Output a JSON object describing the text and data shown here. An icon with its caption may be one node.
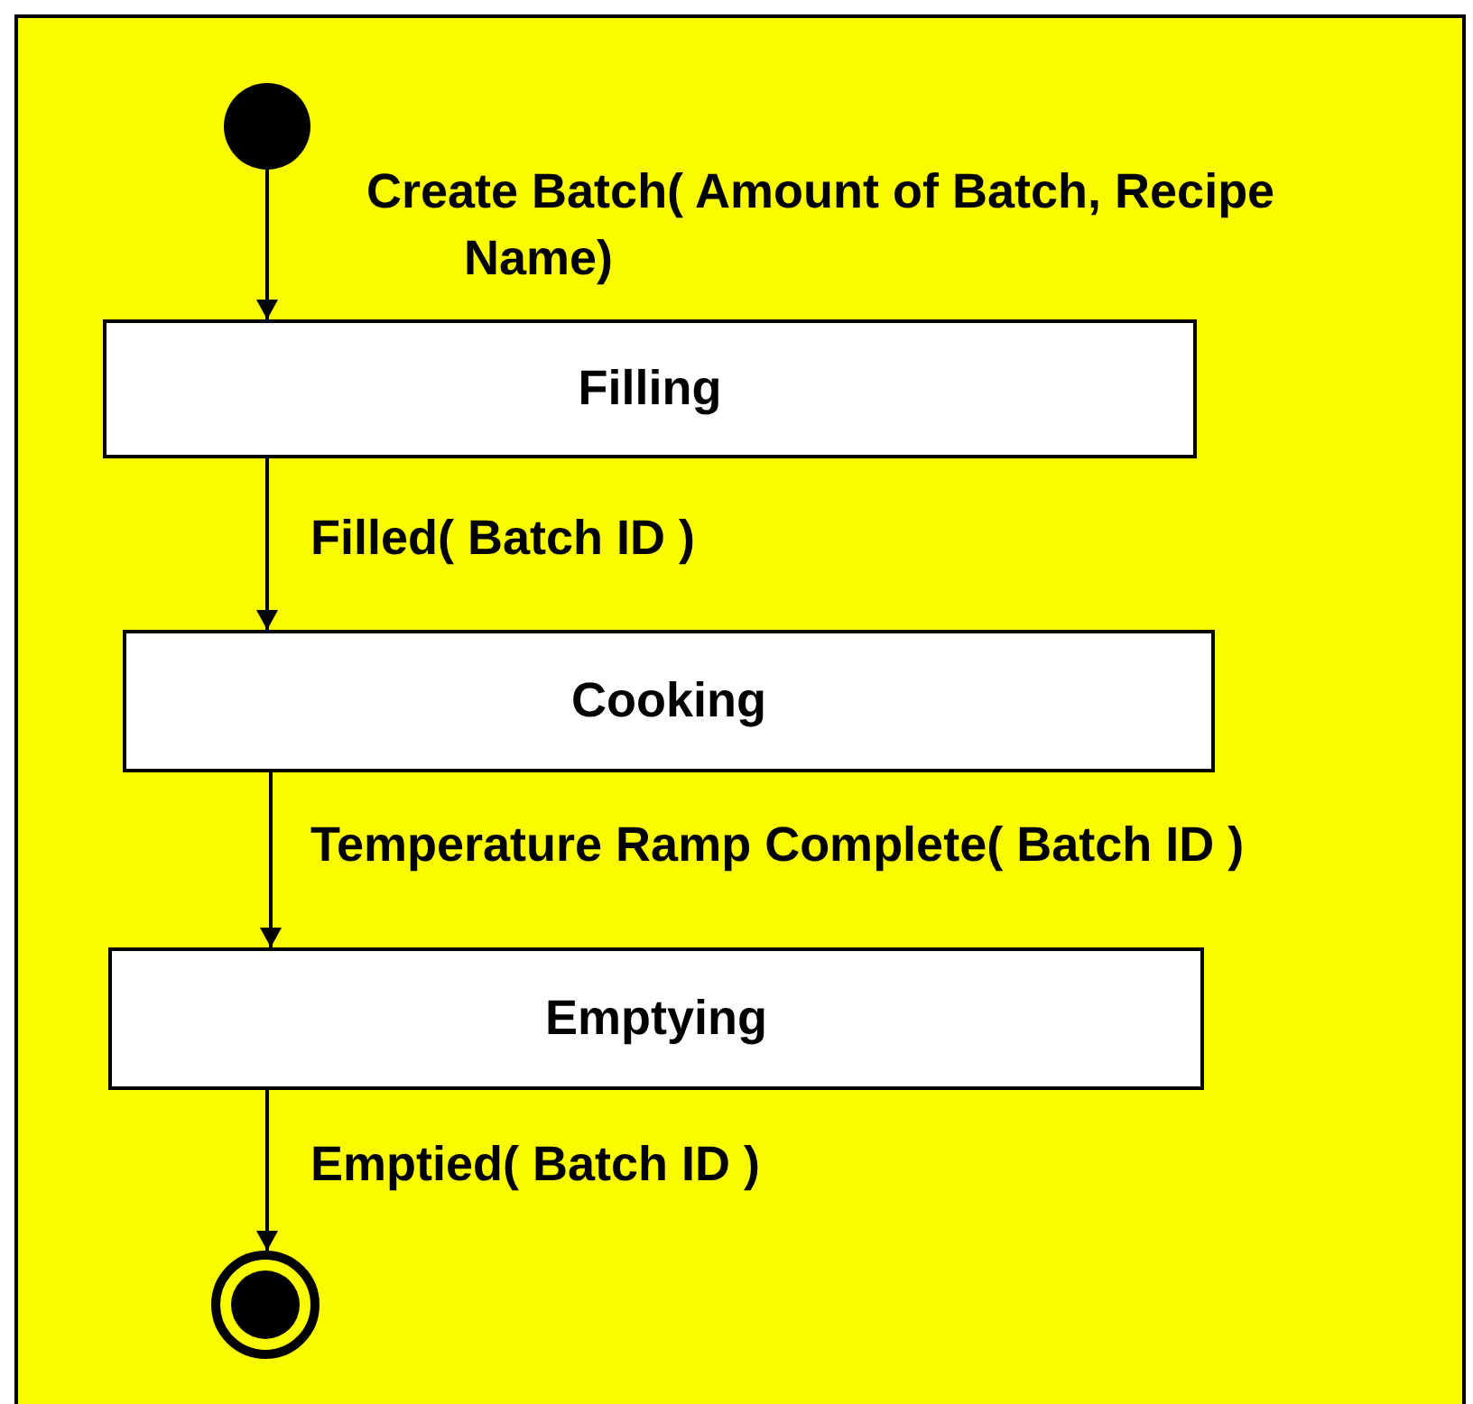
{
  "diagram": {
    "nodes": [
      {
        "text": [],
        "shape": "circle"
      },
      {
        "text": [
          "Filling"
        ]
      },
      {
        "text": [
          "Cooking"
        ]
      },
      {
        "text": [
          "Emptying"
        ]
      },
      {
        "text": [],
        "shape": "bullseye"
      }
    ],
    "edges": [
      {
        "from": 0,
        "to": 1,
        "arrow": "to",
        "label": "Create Batch( Amount of Batch, Recipe Name)"
      },
      {
        "from": 1,
        "to": 2,
        "arrow": "to",
        "label": "Filled( Batch ID )"
      },
      {
        "from": 2,
        "to": 3,
        "arrow": "to",
        "label": "Temperature Ramp Complete( Batch ID )"
      },
      {
        "from": 3,
        "to": 4,
        "arrow": "to",
        "label": "Emptied( Batch ID )"
      }
    ]
  }
}
